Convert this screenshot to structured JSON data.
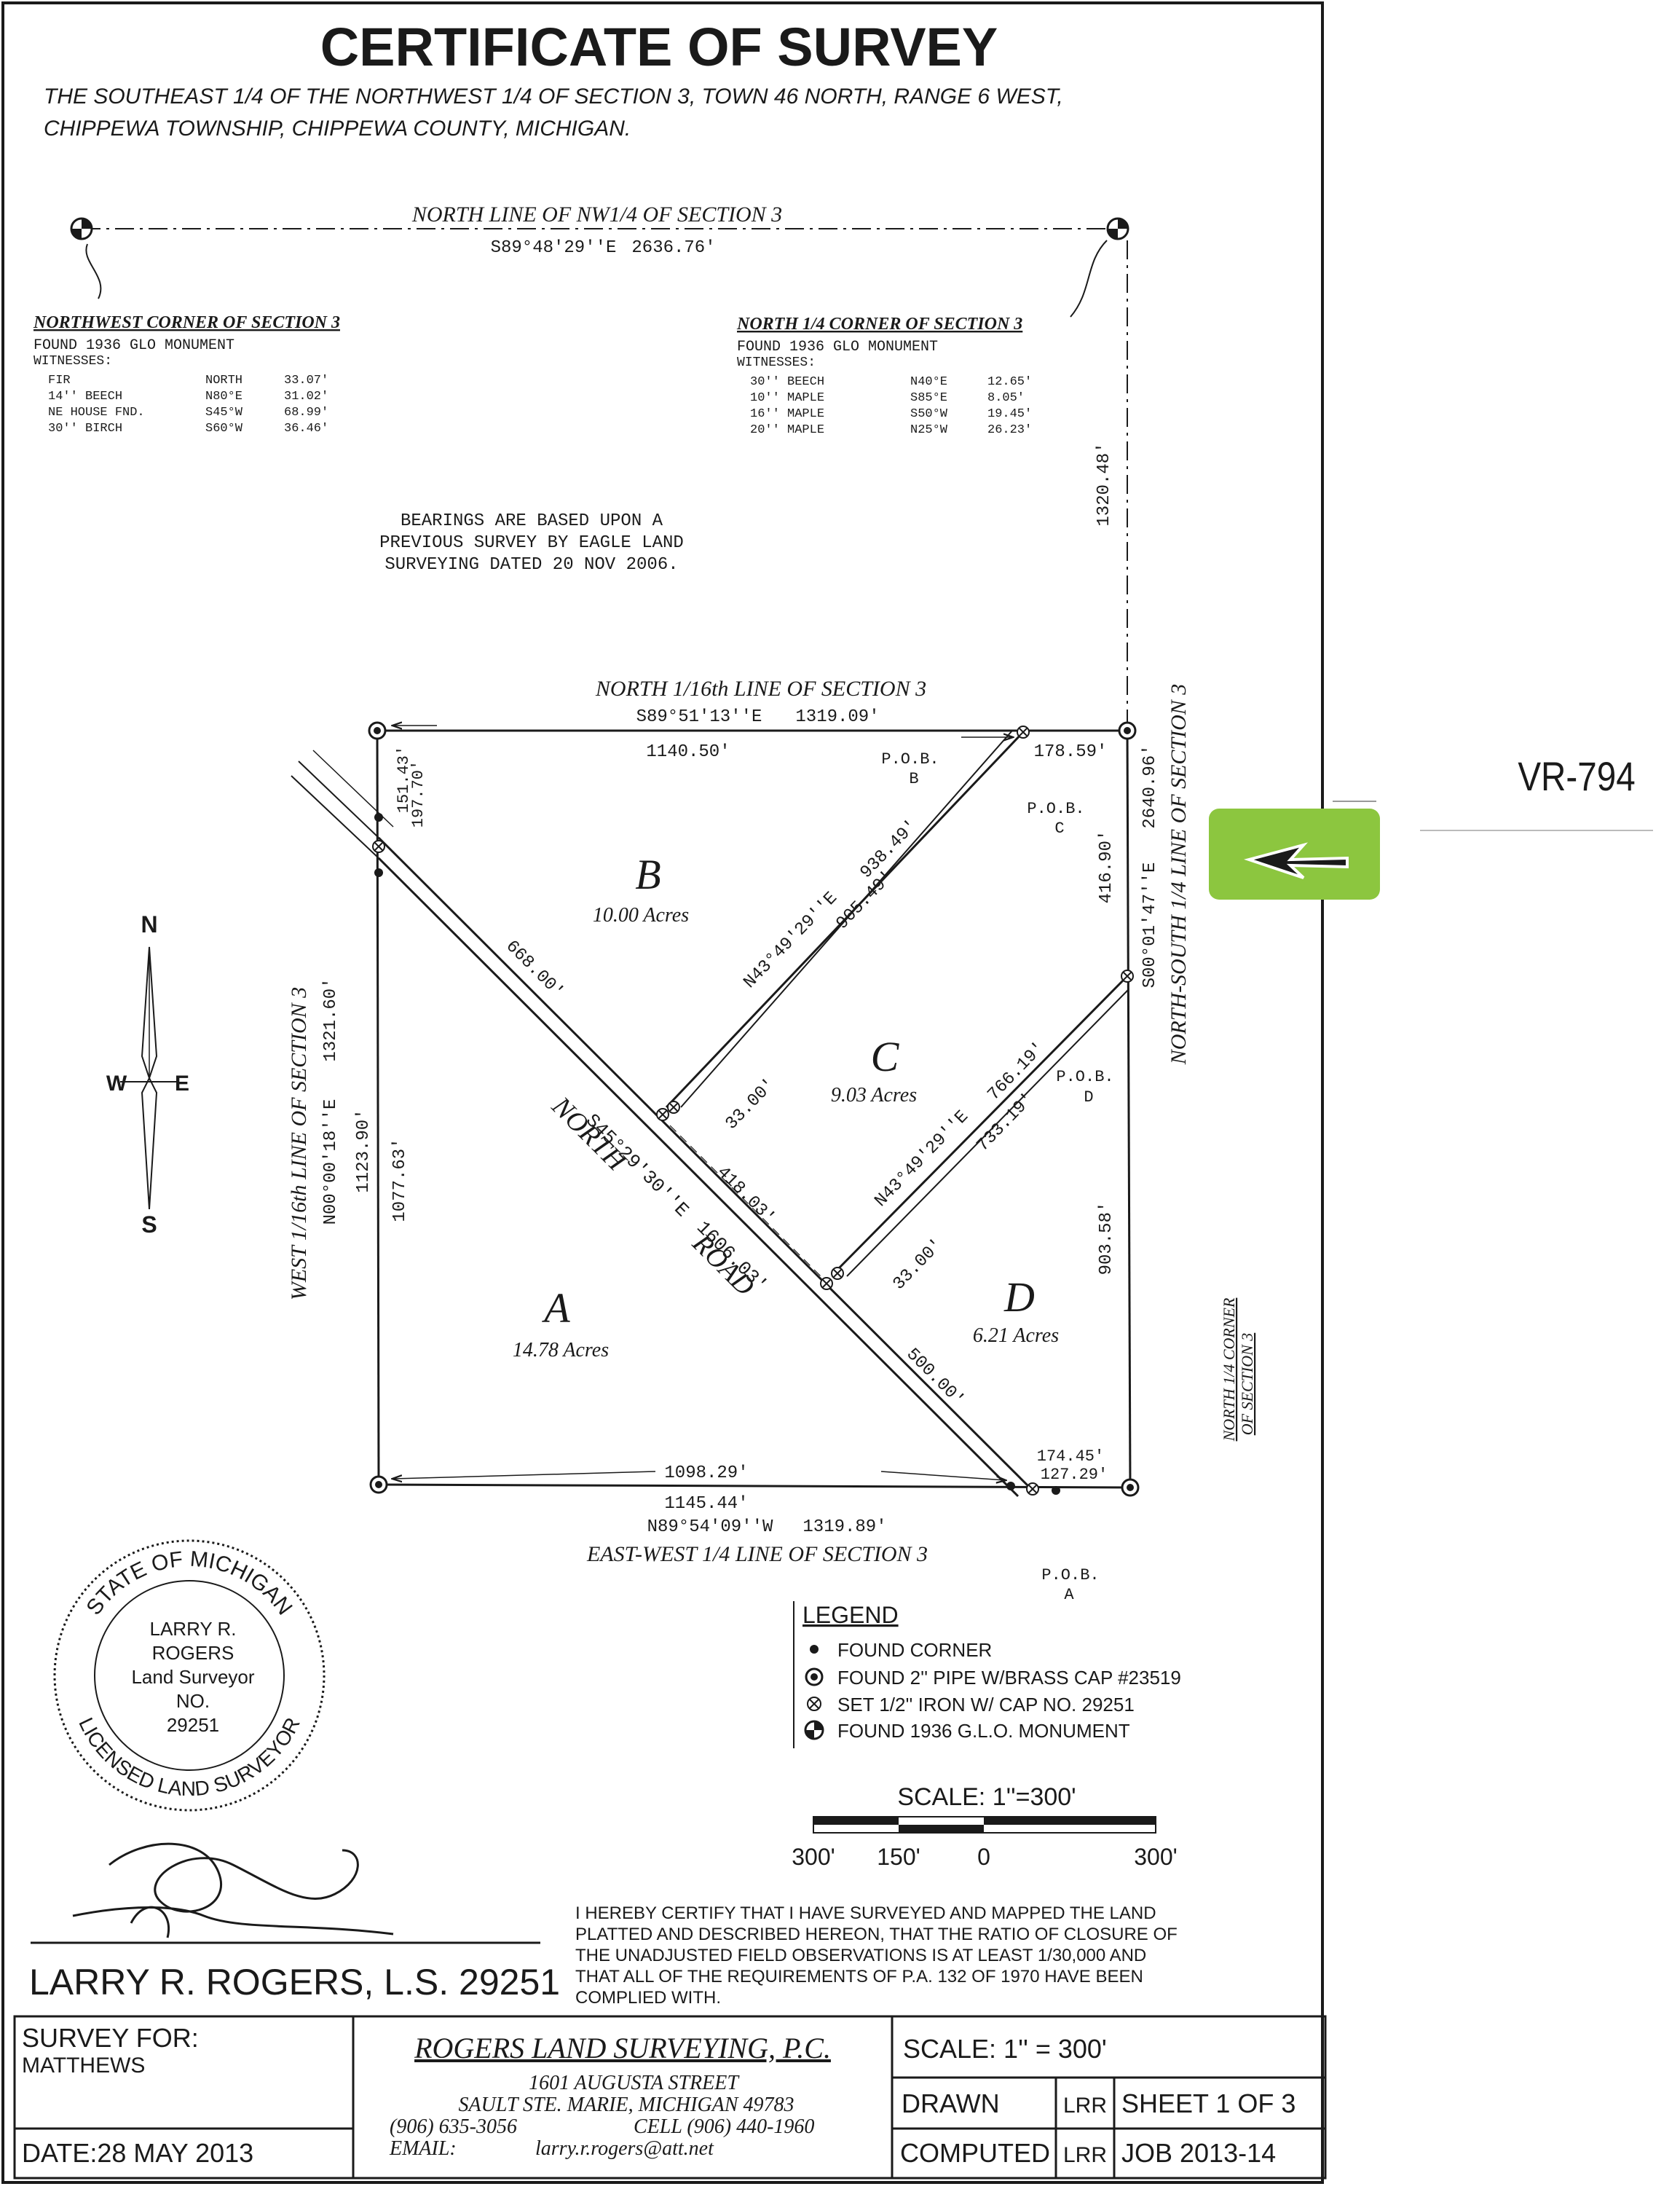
{
  "title": "CERTIFICATE OF SURVEY",
  "subtitle_line1": "THE SOUTHEAST 1/4 OF THE NORTHWEST 1/4 OF SECTION 3, TOWN 46 NORTH, RANGE 6 WEST,",
  "subtitle_line2": "CHIPPEWA TOWNSHIP, CHIPPEWA COUNTY, MICHIGAN.",
  "north_line": {
    "label": "NORTH LINE OF NW1/4 OF SECTION 3",
    "bearing": "S89°48'29''E",
    "distance": "2636.76'"
  },
  "nw_corner": {
    "heading": "NORTHWEST CORNER OF SECTION 3",
    "found": "FOUND 1936 GLO MONUMENT",
    "witnesses_label": "WITNESSES:",
    "rows": [
      {
        "item": "FIR",
        "dir": "NORTH",
        "dist": "33.07'"
      },
      {
        "item": "14'' BEECH",
        "dir": "N80°E",
        "dist": "31.02'"
      },
      {
        "item": "NE HOUSE FND.",
        "dir": "S45°W",
        "dist": "68.99'"
      },
      {
        "item": "30'' BIRCH",
        "dir": "S60°W",
        "dist": "36.46'"
      }
    ]
  },
  "n_quarter_corner": {
    "heading": "NORTH 1/4 CORNER OF SECTION 3",
    "found": "FOUND 1936 GLO MONUMENT",
    "witnesses_label": "WITNESSES:",
    "rows": [
      {
        "item": "30'' BEECH",
        "dir": "N40°E",
        "dist": "12.65'"
      },
      {
        "item": "10'' MAPLE",
        "dir": "S85°E",
        "dist": "8.05'"
      },
      {
        "item": "16'' MAPLE",
        "dir": "S50°W",
        "dist": "19.45'"
      },
      {
        "item": "20'' MAPLE",
        "dir": "N25°W",
        "dist": "26.23'"
      }
    ]
  },
  "bearings_note": [
    "BEARINGS ARE BASED UPON A",
    "PREVIOUS SURVEY BY EAGLE LAND",
    "SURVEYING DATED 20 NOV 2006."
  ],
  "north_16th": {
    "label": "NORTH 1/16th LINE OF SECTION 3",
    "bearing": "S89°51'13''E",
    "distance": "1319.09'",
    "dist_a": "1140.50'",
    "dist_b": "178.59'"
  },
  "east_line": {
    "label": "NORTH-SOUTH 1/4 LINE OF SECTION 3",
    "upper": "1320.48'",
    "total": "2640.96'",
    "bearing": "S00°01'47''E",
    "seg1": "416.90'",
    "seg2": "903.58'"
  },
  "west_line": {
    "label": "WEST 1/16th LINE OF SECTION 3",
    "bearing": "N00°00'18''E",
    "total": "1321.60'",
    "seg_a": "1123.90'",
    "seg_b": "1077.63'",
    "seg_c": "151.43'",
    "seg_d": "197.70'"
  },
  "south_line": {
    "label": "EAST-WEST 1/4 LINE OF SECTION 3",
    "bearing": "N89°54'09''W",
    "distance": "1319.89'",
    "dist_a": "1098.29'",
    "dist_b": "1145.44'",
    "dist_c": "174.45'",
    "dist_d": "127.29'"
  },
  "road": {
    "name_1": "NORTH",
    "name_2": "ROAD",
    "bearing": "S45°29'30''E",
    "total": "1606.03'",
    "d1": "668.00'",
    "d2": "418.03'",
    "d3": "500.00'"
  },
  "line_b": {
    "bearing": "N43°49'29''E",
    "d1": "938.49'",
    "d2": "905.49'",
    "offset": "33.00'"
  },
  "line_d": {
    "bearing": "N43°49'29''E",
    "d1": "766.19'",
    "d2": "733.19'",
    "offset": "33.00'"
  },
  "parcels": [
    {
      "letter": "A",
      "acres": "14.78 Acres"
    },
    {
      "letter": "B",
      "acres": "10.00 Acres"
    },
    {
      "letter": "C",
      "acres": "9.03 Acres"
    },
    {
      "letter": "D",
      "acres": "6.21 Acres"
    }
  ],
  "pob": {
    "a": "A",
    "b": "B",
    "c": "C",
    "d": "D",
    "label": "P.O.B."
  },
  "side_corner_label": [
    "NORTH 1/4 CORNER",
    "OF SECTION 3"
  ],
  "compass": {
    "n": "N",
    "s": "S",
    "e": "E",
    "w": "W"
  },
  "legend": {
    "title": "LEGEND",
    "items": [
      "FOUND CORNER",
      "FOUND 2'' PIPE W/BRASS CAP #23519",
      "SET 1/2'' IRON W/ CAP NO. 29251",
      "FOUND 1936 G.L.O. MONUMENT"
    ]
  },
  "scale": {
    "label": "SCALE: 1''=300'",
    "t1": "300'",
    "t2": "150'",
    "t3": "0",
    "t4": "300'"
  },
  "certification": [
    "I HEREBY CERTIFY THAT I HAVE SURVEYED AND MAPPED THE LAND",
    "PLATTED AND DESCRIBED HEREON, THAT THE RATIO OF CLOSURE OF",
    "THE UNADJUSTED FIELD OBSERVATIONS IS AT LEAST 1/30,000 AND",
    "THAT ALL OF THE REQUIREMENTS OF P.A. 132 OF 1970 HAVE BEEN",
    "COMPLIED WITH."
  ],
  "seal": {
    "top": "STATE OF MICHIGAN",
    "bottom": "LICENSED LAND SURVEYOR",
    "name1": "LARRY R.",
    "name2": "ROGERS",
    "role": "Land Surveyor",
    "no": "NO.",
    "number": "29251"
  },
  "signature_name": "LARRY R. ROGERS, L.S. 29251",
  "title_block": {
    "survey_for_label": "SURVEY FOR:",
    "client": "MATTHEWS",
    "date": "DATE:28 MAY 2013",
    "company": "ROGERS LAND SURVEYING, P.C.",
    "address1": "1601  AUGUSTA  STREET",
    "address2": "SAULT STE. MARIE,   MICHIGAN   49783",
    "phone": "(906) 635-3056",
    "cell": "CELL (906) 440-1960",
    "email_label": "EMAIL:",
    "email": "larry.r.rogers@att.net",
    "scale": "SCALE: 1''  =  300'",
    "drawn": "DRAWN",
    "drawn_by": "LRR",
    "sheet": "SHEET 1 OF 3",
    "computed": "COMPUTED",
    "computed_by": "LRR",
    "job": "JOB 2013-14"
  },
  "file_number": "VR-794",
  "accent": {
    "tab": "#8cc63f",
    "ink": "#1a1a1a"
  }
}
